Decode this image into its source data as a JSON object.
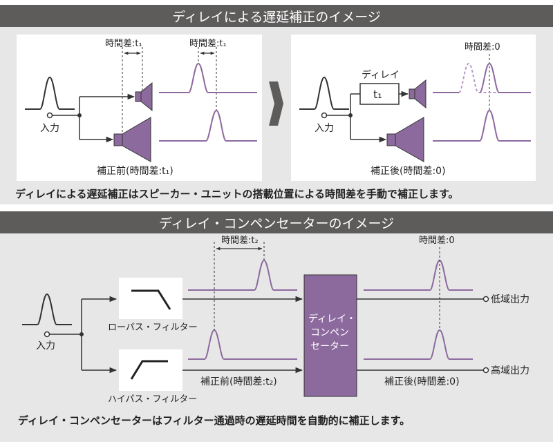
{
  "top": {
    "title": "ディレイによる遅延補正のイメージ",
    "left": {
      "input_label": "入力",
      "dt_label_1": "時間差:t₁",
      "dt_label_2": "時間差:t₁",
      "caption": "補正前(時間差:t₁)"
    },
    "right": {
      "input_label": "入力",
      "delay_label": "ディレイ",
      "delay_box_text": "t₁",
      "dt_label": "時間差:0",
      "caption": "補正後(時間差:0)"
    },
    "description": "ディレイによる遅延補正はスピーカー・ユニットの搭載位置による時間差を手動で補正します。"
  },
  "bottom": {
    "title": "ディレイ・コンペンセーターのイメージ",
    "input_label": "入力",
    "lowpass_label": "ローパス・フィルター",
    "highpass_label": "ハイパス・フィルター",
    "dt_before_label": "時間差:t₂",
    "dt_after_label": "時間差:0",
    "compensator_lines": [
      "ディレイ・",
      "コンペン",
      "セーター"
    ],
    "before_caption": "補正前(時間差:t₂)",
    "after_caption": "補正後(時間差:0)",
    "low_output": "低域出力",
    "high_output": "高域出力",
    "description": "ディレイ・コンペンセーターはフィルター通過時の遅延時間を自動的に補正します。"
  },
  "colors": {
    "header": "#5e5b5b",
    "panel": "#e7e7e7",
    "accent": "#8c6a9e",
    "dashed_accent": "#b79ac8",
    "line": "#333333"
  }
}
